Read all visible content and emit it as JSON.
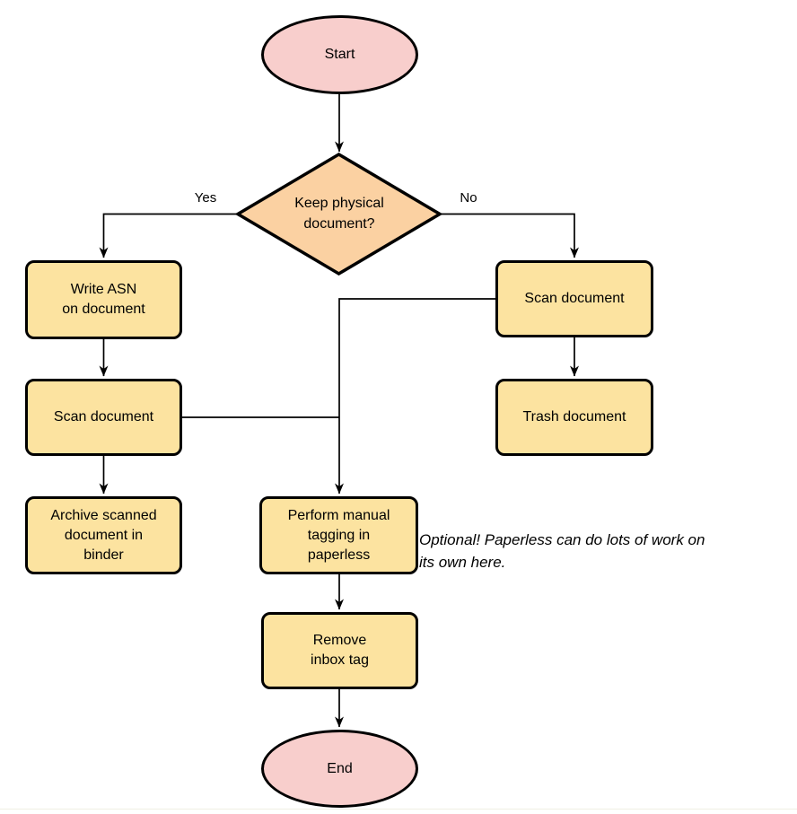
{
  "diagram": {
    "nodes": {
      "start": {
        "type": "terminal",
        "label": "Start",
        "lines": [
          "Start"
        ]
      },
      "decision": {
        "type": "decision",
        "label": "Keep physical document?",
        "lines": [
          "Keep physical",
          "document?"
        ]
      },
      "write_asn": {
        "type": "process",
        "label": "Write ASN on document",
        "lines": [
          "Write ASN",
          "on document"
        ]
      },
      "scan_left": {
        "type": "process",
        "label": "Scan document",
        "lines": [
          "Scan document"
        ]
      },
      "archive": {
        "type": "process",
        "label": "Archive scanned document in binder",
        "lines": [
          "Archive scanned",
          "document in",
          "binder"
        ]
      },
      "scan_right": {
        "type": "process",
        "label": "Scan document",
        "lines": [
          "Scan document"
        ]
      },
      "trash": {
        "type": "process",
        "label": "Trash document",
        "lines": [
          "Trash document"
        ]
      },
      "tagging": {
        "type": "process",
        "label": "Perform manual tagging in paperless",
        "lines": [
          "Perform manual",
          "tagging in",
          "paperless"
        ]
      },
      "remove_inbox": {
        "type": "process",
        "label": "Remove inbox tag",
        "lines": [
          "Remove",
          "inbox tag"
        ]
      },
      "end": {
        "type": "terminal",
        "label": "End",
        "lines": [
          "End"
        ]
      }
    },
    "edges": [
      {
        "from": "start",
        "to": "decision",
        "label": ""
      },
      {
        "from": "decision",
        "to": "write_asn",
        "label": "Yes"
      },
      {
        "from": "decision",
        "to": "scan_right",
        "label": "No"
      },
      {
        "from": "write_asn",
        "to": "scan_left",
        "label": ""
      },
      {
        "from": "scan_left",
        "to": "archive",
        "label": ""
      },
      {
        "from": "scan_left",
        "to": "tagging",
        "label": ""
      },
      {
        "from": "scan_right",
        "to": "trash",
        "label": ""
      },
      {
        "from": "scan_right",
        "to": "tagging",
        "label": ""
      },
      {
        "from": "tagging",
        "to": "remove_inbox",
        "label": ""
      },
      {
        "from": "remove_inbox",
        "to": "end",
        "label": ""
      }
    ],
    "edge_labels": {
      "yes": "Yes",
      "no": "No"
    },
    "annotation": {
      "text": "Optional! Paperless can do lots of work on its own here.",
      "lines": [
        "Optional! Paperless can do lots of work on",
        "its own here."
      ]
    },
    "colors": {
      "terminal_fill": "#f8cecc",
      "decision_fill": "#fbd1a2",
      "process_fill": "#fce3a0",
      "stroke": "#000000"
    }
  }
}
